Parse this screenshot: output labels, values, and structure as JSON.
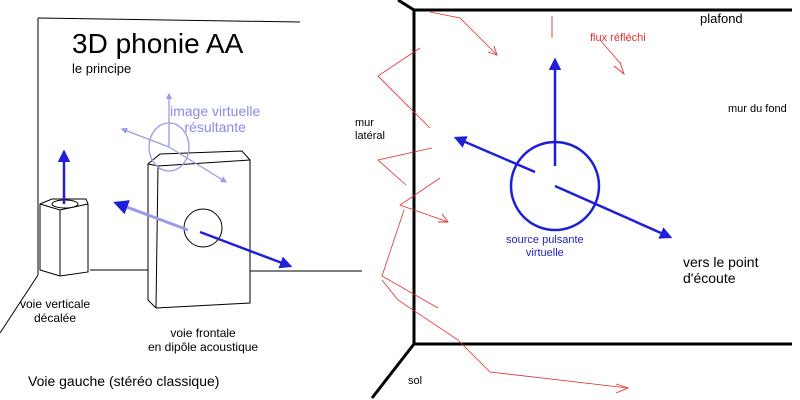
{
  "left_panel": {
    "title": "3D phonie AA",
    "subtitle": "le principe",
    "virtual_image_label": [
      "image virtuelle",
      "résultante"
    ],
    "vertical_speaker_label": [
      "voie verticale",
      "décalée"
    ],
    "frontal_speaker_label": [
      "voie frontale",
      "en dipôle acoustique"
    ],
    "channel_label": "Voie gauche (stéréo classique)"
  },
  "right_panel": {
    "ceiling_label": "plafond",
    "reflected_flux_label": "flux réfléchi",
    "back_wall_label": "mur du fond",
    "side_wall_label": [
      "mur",
      "latéral"
    ],
    "source_label": [
      "source pulsante",
      "virtuelle"
    ],
    "listening_point_label": [
      "vers le point",
      "d'écoute"
    ],
    "floor_label": "sol"
  },
  "colors": {
    "arrow_blue": "#1f1fd8",
    "virtual_light_blue": "#9a9ae8",
    "reflection_red": "#e03030",
    "lines": "#000000"
  }
}
